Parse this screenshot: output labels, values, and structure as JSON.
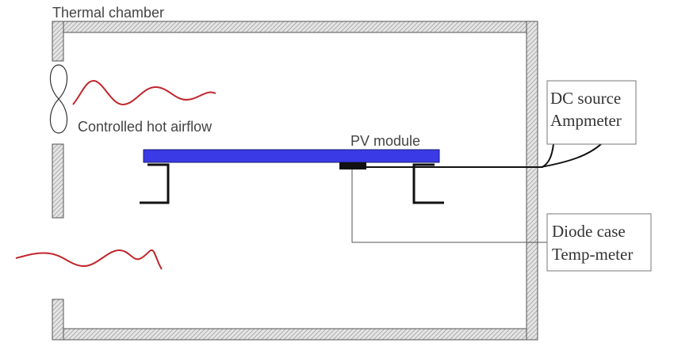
{
  "labels": {
    "chamber_title": "Thermal chamber",
    "airflow": "Controlled hot airflow",
    "pv_module": "PV module",
    "dc_source": "DC source",
    "ampmeter": "Ampmeter",
    "diode_case": "Diode case",
    "temp_meter": "Temp-meter"
  },
  "colors": {
    "wall_fill": "#cfcfcf",
    "wall_stroke": "#555555",
    "pv_module": "#3a3ae6",
    "airflow_wave": "#c0262c",
    "wire": "#111111",
    "label_box_border": "#777777"
  }
}
